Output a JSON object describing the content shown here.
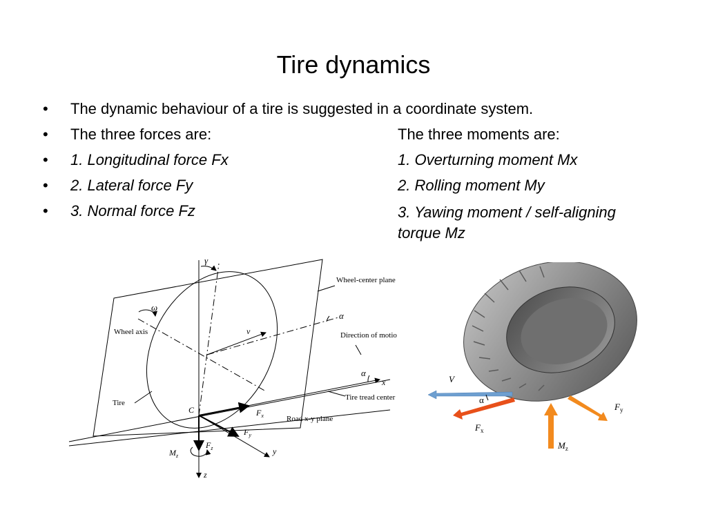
{
  "slide": {
    "title": "Tire dynamics",
    "bullet_char": "•",
    "intro": "The dynamic behaviour of a tire is suggested in a coordinate system.",
    "forces_heading": "The three forces are:",
    "moments_heading": "The three moments are:",
    "forces": [
      "1. Longitudinal force Fx",
      "2. Lateral force Fy",
      "3. Normal force Fz"
    ],
    "moments": [
      "1. Overturning moment  Mx",
      "2. Rolling moment  My",
      "3. Yawing moment / self-aligning torque Mz"
    ]
  },
  "figure_left": {
    "wheel_center_plane": "Wheel-center plane",
    "wheel_axis": "Wheel axis",
    "direction_of_motion": "Direction of motion",
    "tire": "Tire",
    "tire_tread_center_line": "Tire tread center line",
    "road_plane": "Road x-y plane",
    "gamma": "γ",
    "omega": "ω",
    "alpha": "α",
    "v": "v",
    "c": "C",
    "fx": "F",
    "fx_sub": "x",
    "fy": "F",
    "fy_sub": "y",
    "fz": "F",
    "fz_sub": "z",
    "mz": "M",
    "mz_sub": "z",
    "x": "x",
    "y": "y",
    "z": "z"
  },
  "figure_right": {
    "v": "V",
    "alpha": "α",
    "fx": "F",
    "fx_sub": "x",
    "fy": "F",
    "fy_sub": "y",
    "mz": "M",
    "mz_sub": "z",
    "colors": {
      "arrow_orange": "#f28a1e",
      "arrow_red": "#e8501a",
      "arrow_blue": "#6e9fd0",
      "tire_gray": "#8d8d8d"
    }
  }
}
